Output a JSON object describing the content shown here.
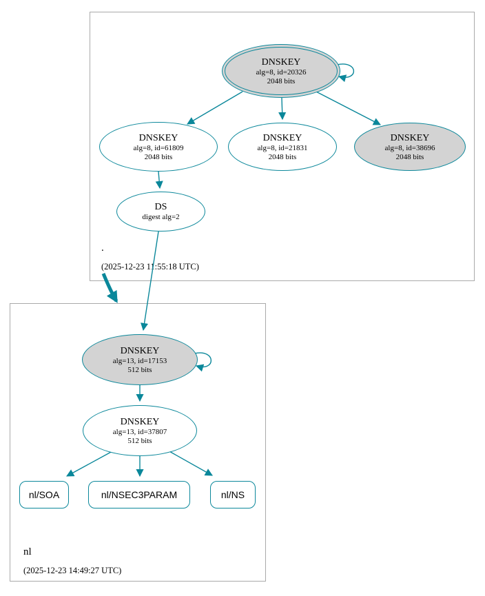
{
  "zone_root": {
    "name": ".",
    "timestamp": "(2025-12-23 11:55:18 UTC)",
    "ksk": {
      "title": "DNSKEY",
      "detail1": "alg=8, id=20326",
      "detail2": "2048 bits"
    },
    "zsk_left": {
      "title": "DNSKEY",
      "detail1": "alg=8, id=61809",
      "detail2": "2048 bits"
    },
    "zsk_mid": {
      "title": "DNSKEY",
      "detail1": "alg=8, id=21831",
      "detail2": "2048 bits"
    },
    "zsk_right": {
      "title": "DNSKEY",
      "detail1": "alg=8, id=38696",
      "detail2": "2048 bits"
    },
    "ds": {
      "title": "DS",
      "detail1": "digest alg=2"
    }
  },
  "zone_nl": {
    "name": "nl",
    "timestamp": "(2025-12-23 14:49:27 UTC)",
    "ksk": {
      "title": "DNSKEY",
      "detail1": "alg=13, id=17153",
      "detail2": "512 bits"
    },
    "zsk": {
      "title": "DNSKEY",
      "detail1": "alg=13, id=37807",
      "detail2": "512 bits"
    },
    "rrset_soa": "nl/SOA",
    "rrset_nsec3param": "nl/NSEC3PARAM",
    "rrset_ns": "nl/NS"
  },
  "colors": {
    "edge": "#0a879a",
    "node_border": "#0a879a",
    "gray_fill": "#d3d3d3",
    "zone_box_border": "#a9a9a9"
  }
}
